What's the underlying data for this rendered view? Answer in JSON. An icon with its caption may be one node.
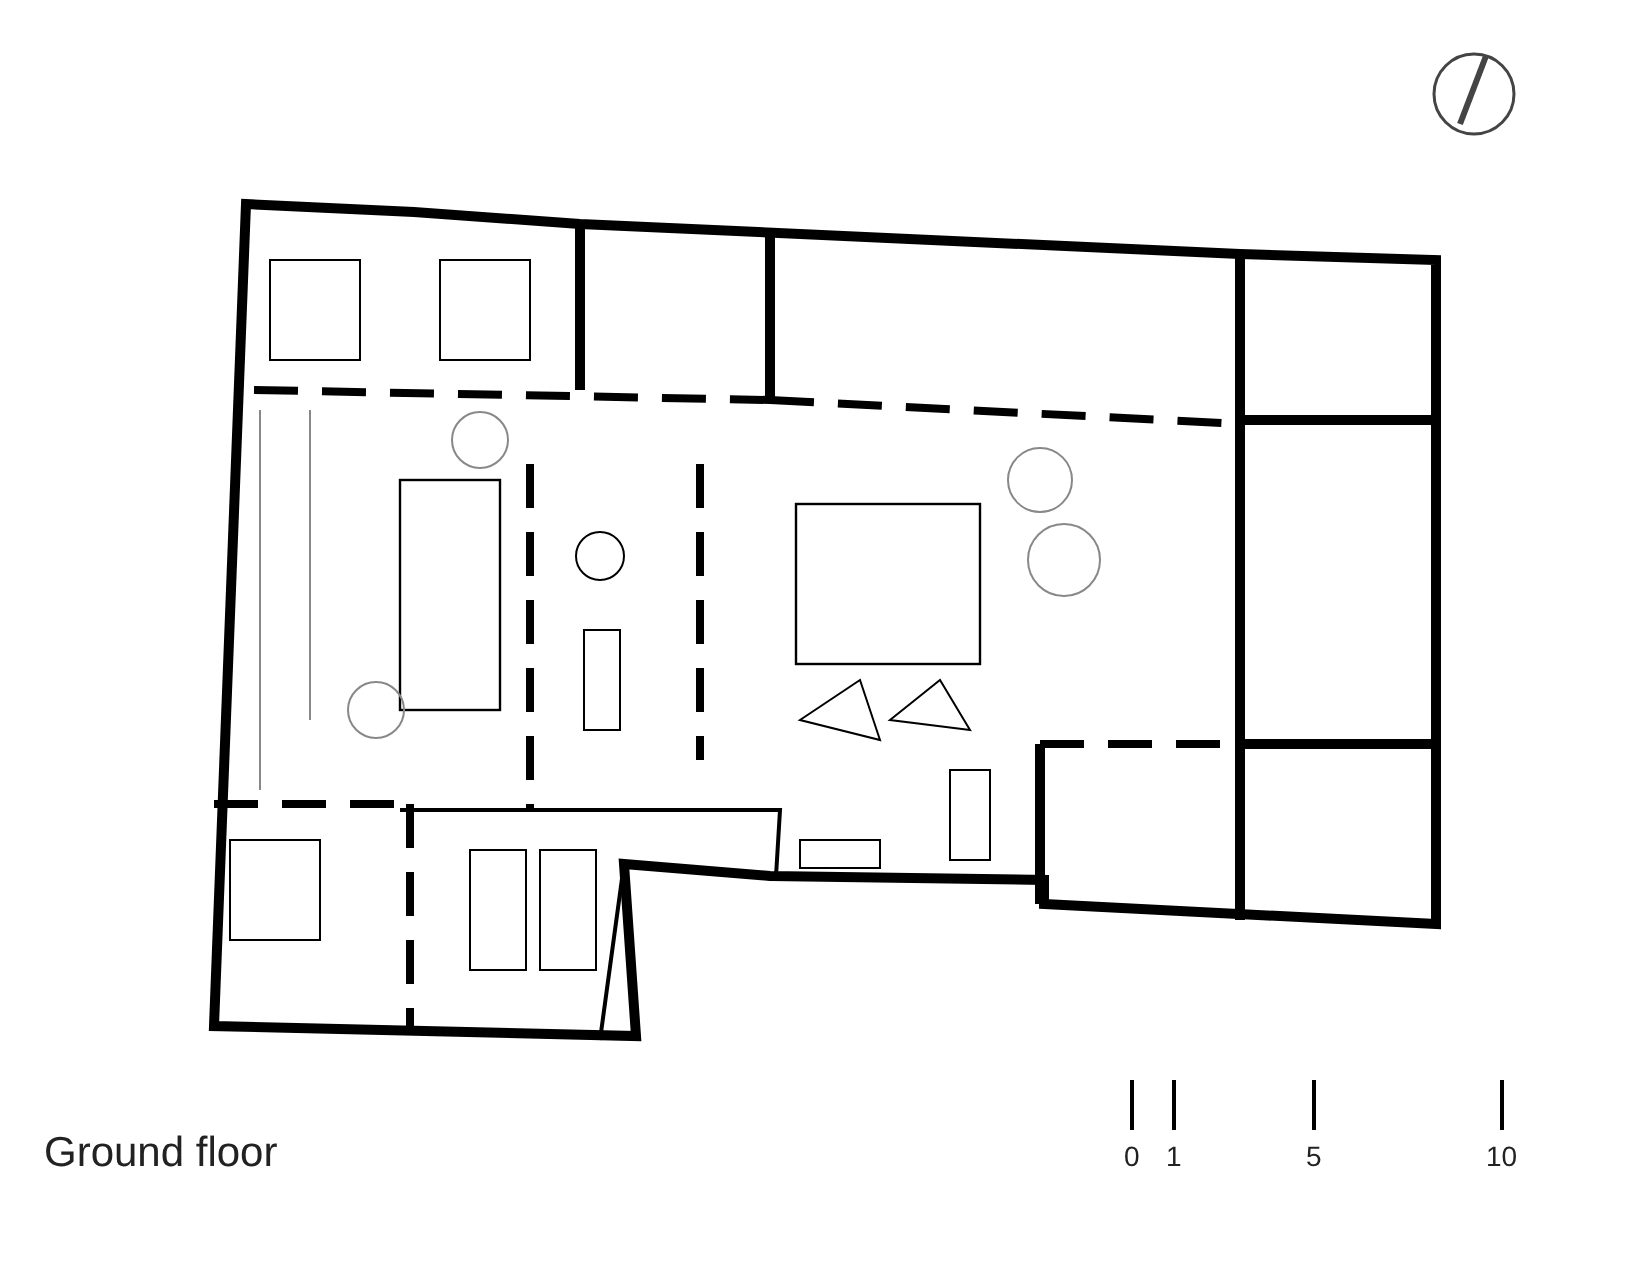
{
  "diagram": {
    "title": "Ground floor",
    "labels": [
      "0",
      "1",
      "5",
      "10"
    ]
  }
}
